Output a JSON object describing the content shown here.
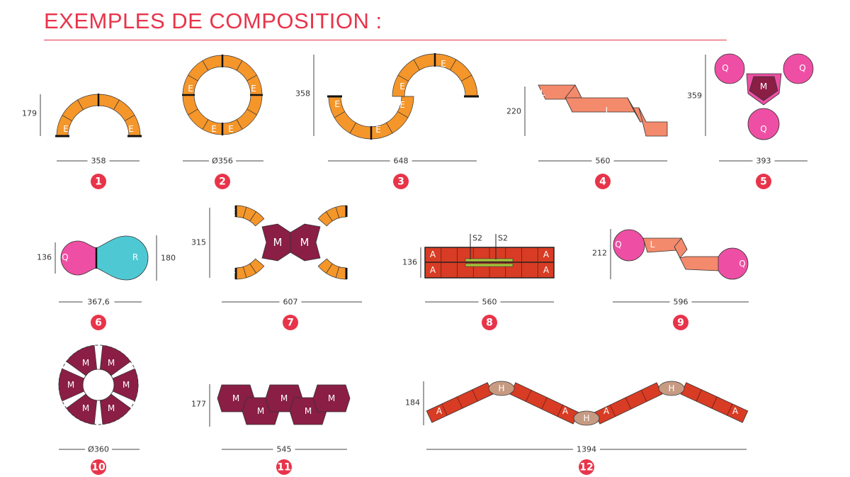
{
  "title": "EXEMPLES DE COMPOSITION :",
  "colors": {
    "accent": "#e8344a",
    "E": "#f5962a",
    "L": "#f48a6c",
    "M": "#8a1e45",
    "Q": "#ee4fa4",
    "R": "#4ec9d4",
    "A": "#d83c24",
    "H": "#c79a82",
    "S": "#a8c43a"
  },
  "items": [
    {
      "number": "1",
      "width": "358",
      "height": "179",
      "modules": [
        "E",
        "E"
      ]
    },
    {
      "number": "2",
      "width": "Ø356",
      "modules": [
        "E",
        "E",
        "E",
        "E",
        "E",
        "E"
      ]
    },
    {
      "number": "3",
      "width": "648",
      "height": "358",
      "modules": [
        "E",
        "E",
        "E",
        "E",
        "E"
      ]
    },
    {
      "number": "4",
      "width": "560",
      "height": "220",
      "modules": [
        "L",
        "L"
      ]
    },
    {
      "number": "5",
      "width": "393",
      "height": "359",
      "modules": [
        "Q",
        "Q",
        "M",
        "Q"
      ]
    },
    {
      "number": "6",
      "width": "367,6",
      "height_left": "136",
      "height_right": "180",
      "modules": [
        "Q",
        "R"
      ]
    },
    {
      "number": "7",
      "width": "607",
      "height": "315",
      "modules": [
        "E",
        "E",
        "M",
        "M",
        "E",
        "E"
      ]
    },
    {
      "number": "8",
      "width": "560",
      "height": "136",
      "modules": [
        "A",
        "A",
        "A",
        "A",
        "S2",
        "S2"
      ]
    },
    {
      "number": "9",
      "width": "596",
      "height": "212",
      "modules": [
        "Q",
        "L",
        "Q"
      ]
    },
    {
      "number": "10",
      "width": "Ø360",
      "modules": [
        "M",
        "M",
        "M",
        "M",
        "M",
        "M"
      ]
    },
    {
      "number": "11",
      "width": "545",
      "height": "177",
      "modules": [
        "M",
        "M",
        "M",
        "M",
        "M"
      ]
    },
    {
      "number": "12",
      "width": "1394",
      "height": "184",
      "modules": [
        "A",
        "H",
        "A",
        "H",
        "A",
        "H",
        "A"
      ]
    }
  ]
}
